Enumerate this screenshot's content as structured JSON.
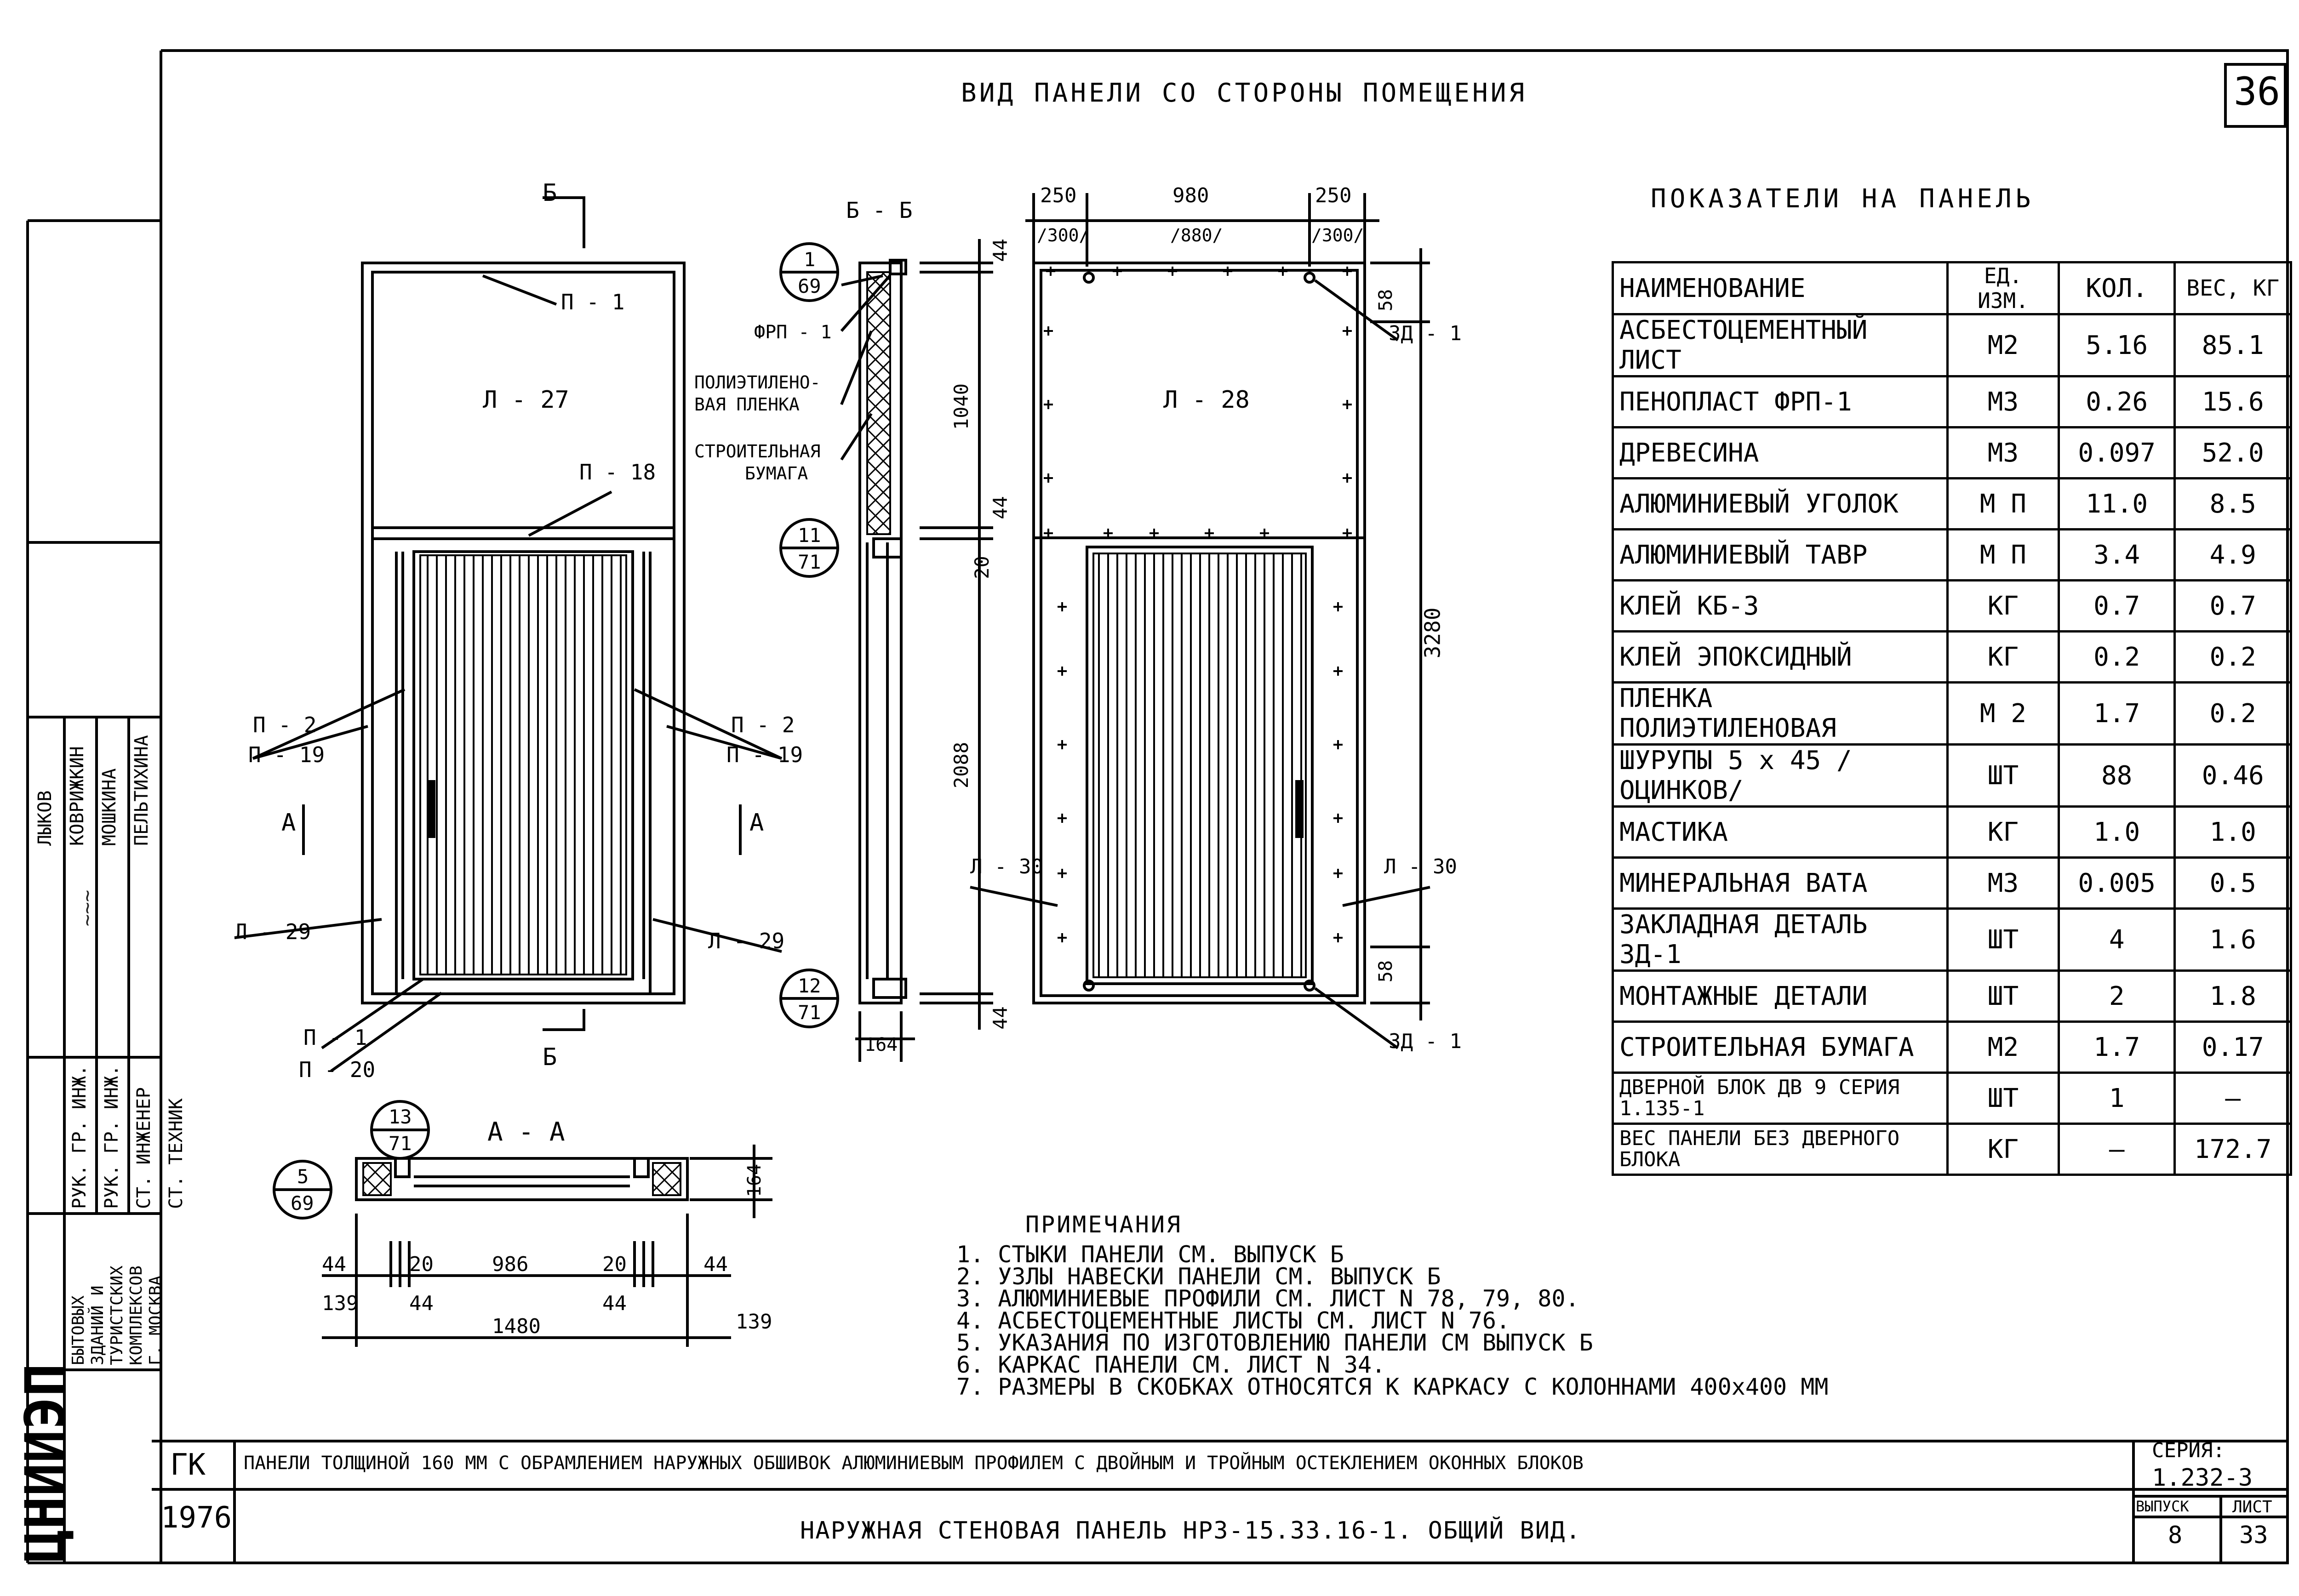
{
  "sheet": {
    "page_number": "36",
    "main_title": "ВИД ПАНЕЛИ СО СТОРОНЫ ПОМЕЩЕНИЯ",
    "indicators_title": "ПОКАЗАТЕЛИ НА ПАНЕЛЬ",
    "section_b_label": "Б - Б",
    "section_a_label": "А - А"
  },
  "left_view": {
    "marks": [
      "Б",
      "Б",
      "А",
      "А"
    ],
    "labels": {
      "p1_top": "П - 1",
      "l27": "Л - 27",
      "p18": "П - 18",
      "p2_left": "П - 2",
      "p19_left": "П - 19",
      "p2_right": "П - 2",
      "p19_right": "П - 19",
      "l29_left": "Л - 29",
      "l29_right": "Л - 29",
      "p1_bottom": "П - 1",
      "p20": "П - 20"
    }
  },
  "section_bb": {
    "callouts": [
      {
        "num": "1",
        "den": "69"
      },
      {
        "num": "11",
        "den": "71"
      },
      {
        "num": "12",
        "den": "71"
      }
    ],
    "labels": {
      "frp": "ФРП - 1",
      "film_1": "ПОЛИЭТИЛЕНО-",
      "film_2": "ВАЯ ПЛЕНКА",
      "paper_1": "СТРОИТЕЛЬНАЯ",
      "paper_2": "БУМАГА"
    },
    "dims": {
      "d44_top": "44",
      "d1040": "1040",
      "d44_mid": "44",
      "d20": "20",
      "d2088": "2088",
      "d44_bot": "44",
      "d164": "164"
    }
  },
  "right_view": {
    "top_dims": {
      "d250_left": "250",
      "d300_left": "/300/",
      "d980": "980",
      "d880": "/880/",
      "d250_right": "250",
      "d300_right": "/300/"
    },
    "labels": {
      "l28": "Л - 28",
      "zd1_top": "ЗД - 1",
      "zd1_bottom": "ЗД - 1",
      "l30_left": "Л - 30",
      "l30_right": "Л - 30"
    },
    "dims": {
      "d58_top": "58",
      "d3280": "3280",
      "d58_bot": "58"
    }
  },
  "section_aa": {
    "callouts": [
      {
        "num": "13",
        "den": "71"
      },
      {
        "num": "5",
        "den": "69"
      }
    ],
    "dims": {
      "d164": "164",
      "d44_l": "44",
      "d20_l": "20",
      "d986": "986",
      "d20_r": "20",
      "d44_r": "44",
      "d139_l": "139",
      "d44_l2": "44",
      "d1480": "1480",
      "d44_r2": "44",
      "d139_r": "139"
    }
  },
  "indicators": {
    "headers": [
      "НАИМЕНОВАНИЕ",
      "ЕД. ИЗМ.",
      "КОЛ.",
      "ВЕС, КГ"
    ],
    "rows": [
      [
        "АСБЕСТОЦЕМЕНТНЫЙ ЛИСТ",
        "М2",
        "5.16",
        "85.1"
      ],
      [
        "ПЕНОПЛАСТ ФРП-1",
        "М3",
        "0.26",
        "15.6"
      ],
      [
        "ДРЕВЕСИНА",
        "М3",
        "0.097",
        "52.0"
      ],
      [
        "АЛЮМИНИЕВЫЙ УГОЛОК",
        "М П",
        "11.0",
        "8.5"
      ],
      [
        "АЛЮМИНИЕВЫЙ ТАВР",
        "М П",
        "3.4",
        "4.9"
      ],
      [
        "КЛЕЙ КБ-3",
        "КГ",
        "0.7",
        "0.7"
      ],
      [
        "КЛЕЙ ЭПОКСИДНЫЙ",
        "КГ",
        "0.2",
        "0.2"
      ],
      [
        "ПЛЕНКА ПОЛИЭТИЛЕНОВАЯ",
        "М 2",
        "1.7",
        "0.2"
      ],
      [
        "ШУРУПЫ 5 х 45 /ОЦИНКОВ/",
        "ШТ",
        "88",
        "0.46"
      ],
      [
        "МАСТИКА",
        "КГ",
        "1.0",
        "1.0"
      ],
      [
        "МИНЕРАЛЬНАЯ ВАТА",
        "М3",
        "0.005",
        "0.5"
      ],
      [
        "ЗАКЛАДНАЯ ДЕТАЛЬ ЗД-1",
        "ШТ",
        "4",
        "1.6"
      ],
      [
        "МОНТАЖНЫЕ ДЕТАЛИ",
        "ШТ",
        "2",
        "1.8"
      ],
      [
        "СТРОИТЕЛЬНАЯ БУМАГА",
        "М2",
        "1.7",
        "0.17"
      ],
      [
        "ДВЕРНОЙ БЛОК ДВ 9 СЕРИЯ 1.135-1",
        "ШТ",
        "1",
        "—"
      ],
      [
        "ВЕС ПАНЕЛИ БЕЗ ДВЕРНОГО БЛОКА",
        "КГ",
        "—",
        "172.7"
      ]
    ]
  },
  "notes": {
    "title": "ПРИМЕЧАНИЯ",
    "items": [
      "1. СТЫКИ ПАНЕЛИ СМ. ВЫПУСК Б",
      "2. УЗЛЫ НАВЕСКИ ПАНЕЛИ СМ. ВЫПУСК Б",
      "3. АЛЮМИНИЕВЫЕ ПРОФИЛИ СМ. ЛИСТ N 78, 79, 80.",
      "4. АСБЕСТОЦЕМЕНТНЫЕ ЛИСТЫ СМ. ЛИСТ N 76.",
      "5. УКАЗАНИЯ ПО ИЗГОТОВЛЕНИЮ ПАНЕЛИ СМ ВЫПУСК Б",
      "6. КАРКАС ПАНЕЛИ СМ. ЛИСТ N 34.",
      "7. РАЗМЕРЫ В СКОБКАХ ОТНОСЯТСЯ К КАРКАСУ С КОЛОННАМИ 400х400 ММ"
    ]
  },
  "title_block": {
    "gk": "ГК",
    "year": "1976",
    "series_title": "ПАНЕЛИ ТОЛЩИНОЙ 160 ММ С ОБРАМЛЕНИЕМ НАРУЖНЫХ ОБШИВОК АЛЮМИНИЕВЫМ ПРОФИЛЕМ С ДВОЙНЫМ И ТРОЙНЫМ ОСТЕКЛЕНИЕМ ОКОННЫХ БЛОКОВ",
    "sheet_title": "НАРУЖНАЯ СТЕНОВАЯ ПАНЕЛЬ НРЗ-15.33.16-1. ОБЩИЙ ВИД.",
    "series_label": "СЕРИЯ:",
    "series_value": "1.232-3",
    "issue_label": "ВЫПУСК",
    "issue_value": "8",
    "sheet_label": "ЛИСТ",
    "sheet_value": "33"
  },
  "side_stamp": {
    "institute": "ЦНИИЭП",
    "org_lines": [
      "БЫТОВЫХ",
      "ЗДАНИЙ И",
      "ТУРИСТСКИХ",
      "КОМПЛЕКСОВ",
      "Г. МОСКВА"
    ],
    "roles": [
      "РУК. ГР. ИНЖ.",
      "РУК. ГР. ИНЖ.",
      "СТ. ИНЖЕНЕР",
      "СТ. ТЕХНИК"
    ],
    "names": [
      "ЛЫКОВ",
      "КОВРИЖКИН",
      "МОШКИНА",
      "ПЕЛЬТИХИНА"
    ]
  }
}
